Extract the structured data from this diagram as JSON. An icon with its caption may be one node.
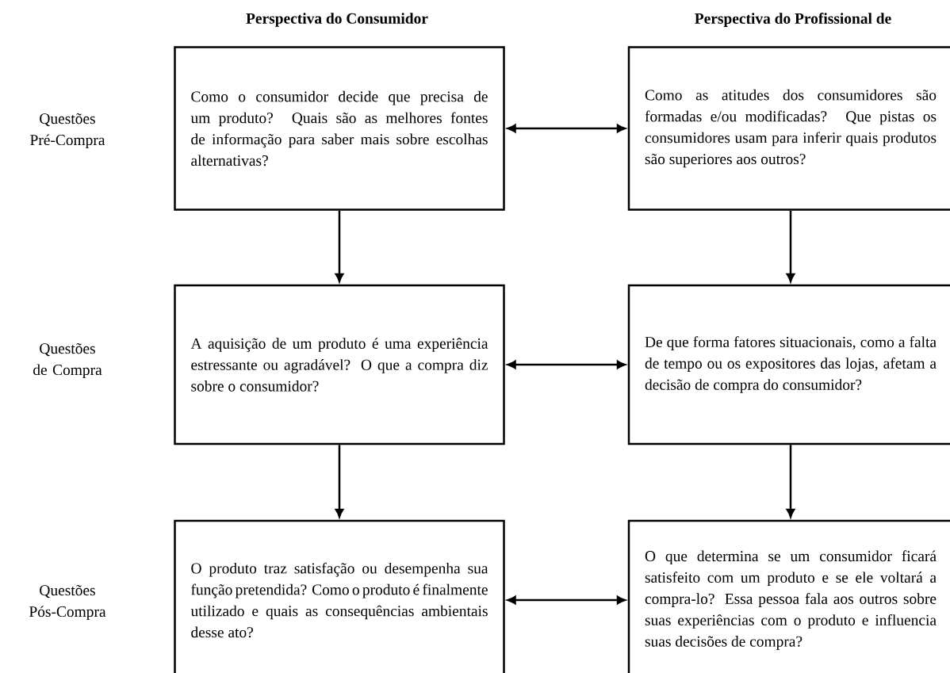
{
  "diagram": {
    "nodes": [
      {
        "text": [
          "Como o consumidor decide que precisa de um produto? Quais são as melhores fontes de informação para saber mais sobre escolhas alternativas?"
        ]
      },
      {
        "text": [
          "Como as atitudes dos consumidores são formadas e/ou modificadas? Que pistas os consumidores usam para inferir quais produtos são superiores aos outros?"
        ]
      },
      {
        "text": [
          "A aquisição de um produto é uma experiência estressante ou agradável? O que a compra diz sobre o consumidor?"
        ]
      },
      {
        "text": [
          "De que forma fatores situacionais, como a falta de tempo ou os expositores das lojas, afetam a decisão de compra do consumidor?"
        ]
      },
      {
        "text": [
          "O produto traz satisfação ou desempenha sua função pretendida? Como o produto é finalmente utilizado e quais as consequências ambientais desse ato?"
        ]
      },
      {
        "text": [
          "O que determina se um consumidor ficará satisfeito com um produto e se ele voltará a compra-lo? Essa pessoa fala aos outros sobre suas experiências com o produto e influencia suas decisões de compra?"
        ]
      }
    ],
    "edges": [
      {
        "from": 0,
        "to": 1,
        "arrow": "both"
      },
      {
        "from": 0,
        "to": 2,
        "arrow": "to"
      },
      {
        "from": 1,
        "to": 3,
        "arrow": "to"
      },
      {
        "from": 2,
        "to": 3,
        "arrow": "both"
      },
      {
        "from": 2,
        "to": 4,
        "arrow": "to"
      },
      {
        "from": 3,
        "to": 5,
        "arrow": "to"
      },
      {
        "from": 4,
        "to": 5,
        "arrow": "both"
      }
    ],
    "labels": [
      "Perspectiva do Consumidor",
      "Perspectiva do Profissional de",
      "Questões Pré-Compra",
      "Questões de Compra",
      "Questões Pós-Compra"
    ]
  }
}
